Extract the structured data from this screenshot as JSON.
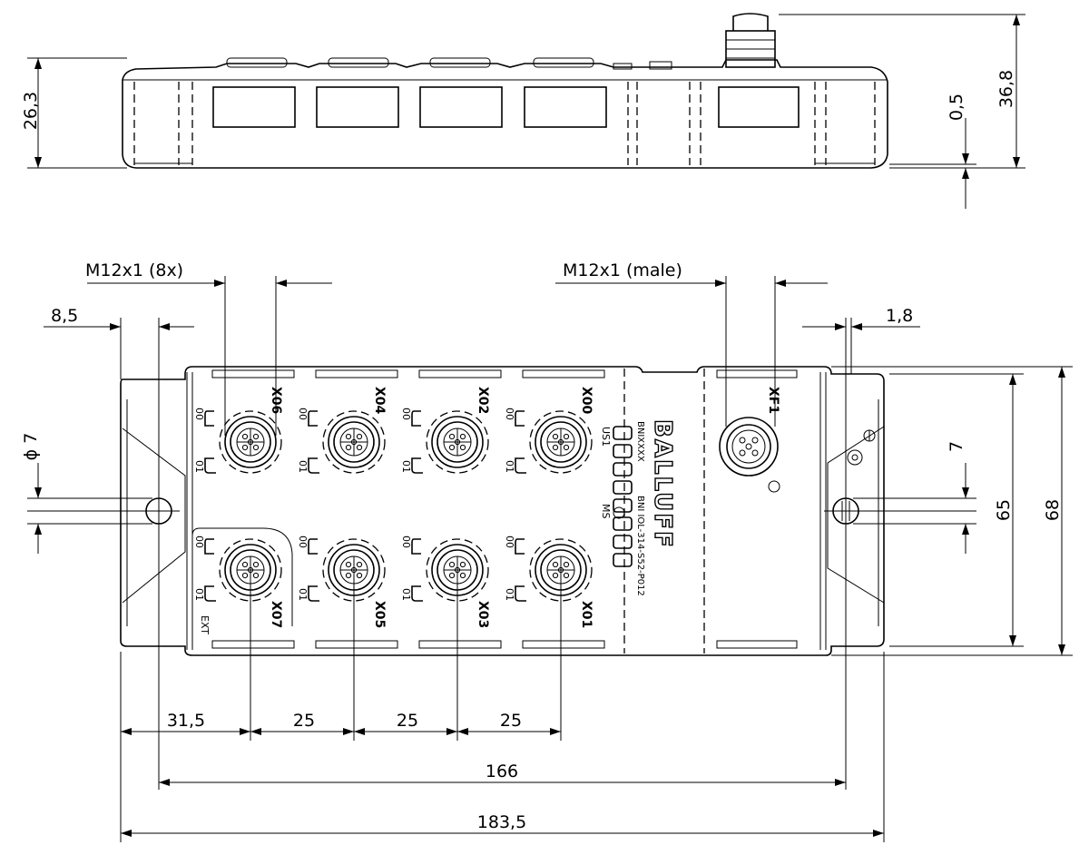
{
  "side_view": {
    "height_label": "26,3",
    "gap_label": "0,5",
    "total_height_label": "36,8"
  },
  "top_view": {
    "thread_label": "M12x1 (8x)",
    "male_thread_label": "M12x1 (male)",
    "edge_offset_label": "8,5",
    "right_offset_label": "1,8",
    "hole_label": "ϕ 7",
    "hole_right_label": "7",
    "height_inner_label": "65",
    "height_outer_label": "68",
    "spacing_first_label": "31,5",
    "spacing_labels": [
      "25",
      "25",
      "25"
    ],
    "hole_spacing_label": "166",
    "overall_width_label": "183,5",
    "ports_top": [
      "X06",
      "X04",
      "X02",
      "X00"
    ],
    "ports_bottom": [
      "X07",
      "X05",
      "X03",
      "X01"
    ],
    "fieldbus_port": "XF1",
    "pin_top_label": "00",
    "pin_bottom_label": "01",
    "ext_label": "EXT",
    "brand": "BALLUFF",
    "model": "BNI IOL-314-S52-P012",
    "label_code": "BNIXXXX",
    "led_us1": "US1",
    "led_ms": "MS"
  }
}
